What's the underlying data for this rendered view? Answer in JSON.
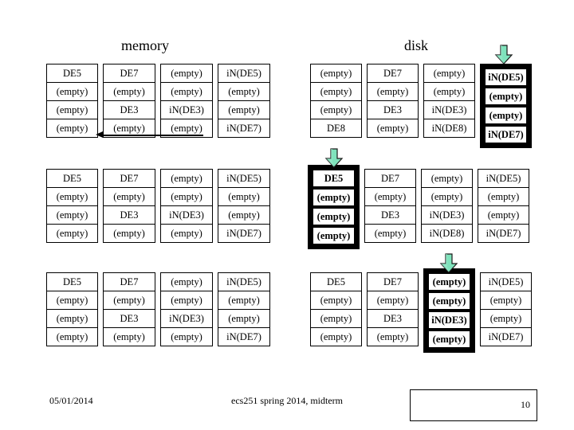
{
  "slide": {
    "headings": {
      "memory": "memory",
      "disk": "disk"
    },
    "footer": {
      "date": "05/01/2014",
      "center": "ecs251 spring 2014, midterm",
      "page_number": "10"
    },
    "colors": {
      "arrow_fill": "#7FE3BC",
      "arrow_fill_dark": "#3FBF92",
      "arrow_outline": "#1A1A1A",
      "border": "#000000",
      "background": "#FFFFFF",
      "text": "#000000"
    }
  },
  "blocks": [
    {
      "id": "memory-row-1",
      "side": "memory",
      "row": 1,
      "columns": [
        {
          "highlighted": false,
          "cells": [
            "DE5",
            "(empty)",
            "(empty)",
            "(empty)"
          ]
        },
        {
          "highlighted": false,
          "cells": [
            "DE7",
            "(empty)",
            "DE3",
            "(empty)"
          ]
        },
        {
          "highlighted": false,
          "cells": [
            "(empty)",
            "(empty)",
            "iN(DE3)",
            "(empty)"
          ]
        },
        {
          "highlighted": false,
          "cells": [
            "iN(DE5)",
            "(empty)",
            "(empty)",
            "iN(DE7)"
          ]
        }
      ]
    },
    {
      "id": "disk-row-1",
      "side": "disk",
      "row": 1,
      "columns": [
        {
          "highlighted": false,
          "cells": [
            "(empty)",
            "(empty)",
            "(empty)",
            "DE8"
          ]
        },
        {
          "highlighted": false,
          "cells": [
            "DE7",
            "(empty)",
            "DE3",
            "(empty)"
          ]
        },
        {
          "highlighted": false,
          "cells": [
            "(empty)",
            "(empty)",
            "iN(DE3)",
            "iN(DE8)"
          ]
        },
        {
          "highlighted": true,
          "cells": [
            "iN(DE5)",
            "(empty)",
            "(empty)",
            "iN(DE7)"
          ]
        }
      ]
    },
    {
      "id": "memory-row-2",
      "side": "memory",
      "row": 2,
      "columns": [
        {
          "highlighted": false,
          "cells": [
            "DE5",
            "(empty)",
            "(empty)",
            "(empty)"
          ]
        },
        {
          "highlighted": false,
          "cells": [
            "DE7",
            "(empty)",
            "DE3",
            "(empty)"
          ]
        },
        {
          "highlighted": false,
          "cells": [
            "(empty)",
            "(empty)",
            "iN(DE3)",
            "(empty)"
          ]
        },
        {
          "highlighted": false,
          "cells": [
            "iN(DE5)",
            "(empty)",
            "(empty)",
            "iN(DE7)"
          ]
        }
      ]
    },
    {
      "id": "disk-row-2",
      "side": "disk",
      "row": 2,
      "columns": [
        {
          "highlighted": true,
          "cells": [
            "DE5",
            "(empty)",
            "(empty)",
            "(empty)"
          ]
        },
        {
          "highlighted": false,
          "cells": [
            "DE7",
            "(empty)",
            "DE3",
            "(empty)"
          ]
        },
        {
          "highlighted": false,
          "cells": [
            "(empty)",
            "(empty)",
            "iN(DE3)",
            "iN(DE8)"
          ]
        },
        {
          "highlighted": false,
          "cells": [
            "iN(DE5)",
            "(empty)",
            "(empty)",
            "iN(DE7)"
          ]
        }
      ]
    },
    {
      "id": "memory-row-3",
      "side": "memory",
      "row": 3,
      "columns": [
        {
          "highlighted": false,
          "cells": [
            "DE5",
            "(empty)",
            "(empty)",
            "(empty)"
          ]
        },
        {
          "highlighted": false,
          "cells": [
            "DE7",
            "(empty)",
            "DE3",
            "(empty)"
          ]
        },
        {
          "highlighted": false,
          "cells": [
            "(empty)",
            "(empty)",
            "iN(DE3)",
            "(empty)"
          ]
        },
        {
          "highlighted": false,
          "cells": [
            "iN(DE5)",
            "(empty)",
            "(empty)",
            "iN(DE7)"
          ]
        }
      ]
    },
    {
      "id": "disk-row-3",
      "side": "disk",
      "row": 3,
      "columns": [
        {
          "highlighted": false,
          "cells": [
            "DE5",
            "(empty)",
            "(empty)",
            "(empty)"
          ]
        },
        {
          "highlighted": false,
          "cells": [
            "DE7",
            "(empty)",
            "DE3",
            "(empty)"
          ]
        },
        {
          "highlighted": true,
          "cells": [
            "(empty)",
            "(empty)",
            "iN(DE3)",
            "(empty)"
          ]
        },
        {
          "highlighted": false,
          "cells": [
            "iN(DE5)",
            "(empty)",
            "(empty)",
            "iN(DE7)"
          ]
        }
      ]
    }
  ],
  "annotations": {
    "down_arrows": [
      {
        "id": "arrow-disk-row-1",
        "target_block": "disk-row-1",
        "target_column_index": 3
      },
      {
        "id": "arrow-disk-row-2",
        "target_block": "disk-row-2",
        "target_column_index": 0
      },
      {
        "id": "arrow-disk-row-3",
        "target_block": "disk-row-3",
        "target_column_index": 2
      }
    ],
    "pointer_arrows": [
      {
        "id": "arrow-memory-row-1",
        "target_block": "memory-row-1",
        "direction": "left",
        "from_column_index": 2,
        "to_column_index": 0,
        "row_index": 3
      }
    ]
  }
}
